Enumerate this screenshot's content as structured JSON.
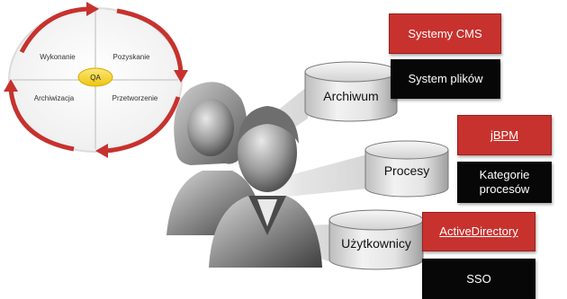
{
  "cycle": {
    "top_left": "Wykonanie",
    "top_right": "Pozyskanie",
    "bottom_left": "Archiwizacja",
    "bottom_right": "Przetworzenie",
    "center": "QA"
  },
  "stores": [
    {
      "label": "Archiwum",
      "items": [
        {
          "label": "Systemy CMS",
          "style": "red"
        },
        {
          "label": "System plików",
          "style": "black"
        }
      ]
    },
    {
      "label": "Procesy",
      "items": [
        {
          "label": "jBPM",
          "style": "red",
          "underline": true
        },
        {
          "label": "Kategorie procesów",
          "style": "black"
        }
      ]
    },
    {
      "label": "Użytkownicy",
      "items": [
        {
          "label": "ActiveDirectory",
          "style": "red",
          "underline": true
        },
        {
          "label": "SSO",
          "style": "black"
        }
      ]
    }
  ],
  "colors": {
    "red": "#c7322e",
    "black": "#070707",
    "qa_yellow": "#f3d21a"
  }
}
